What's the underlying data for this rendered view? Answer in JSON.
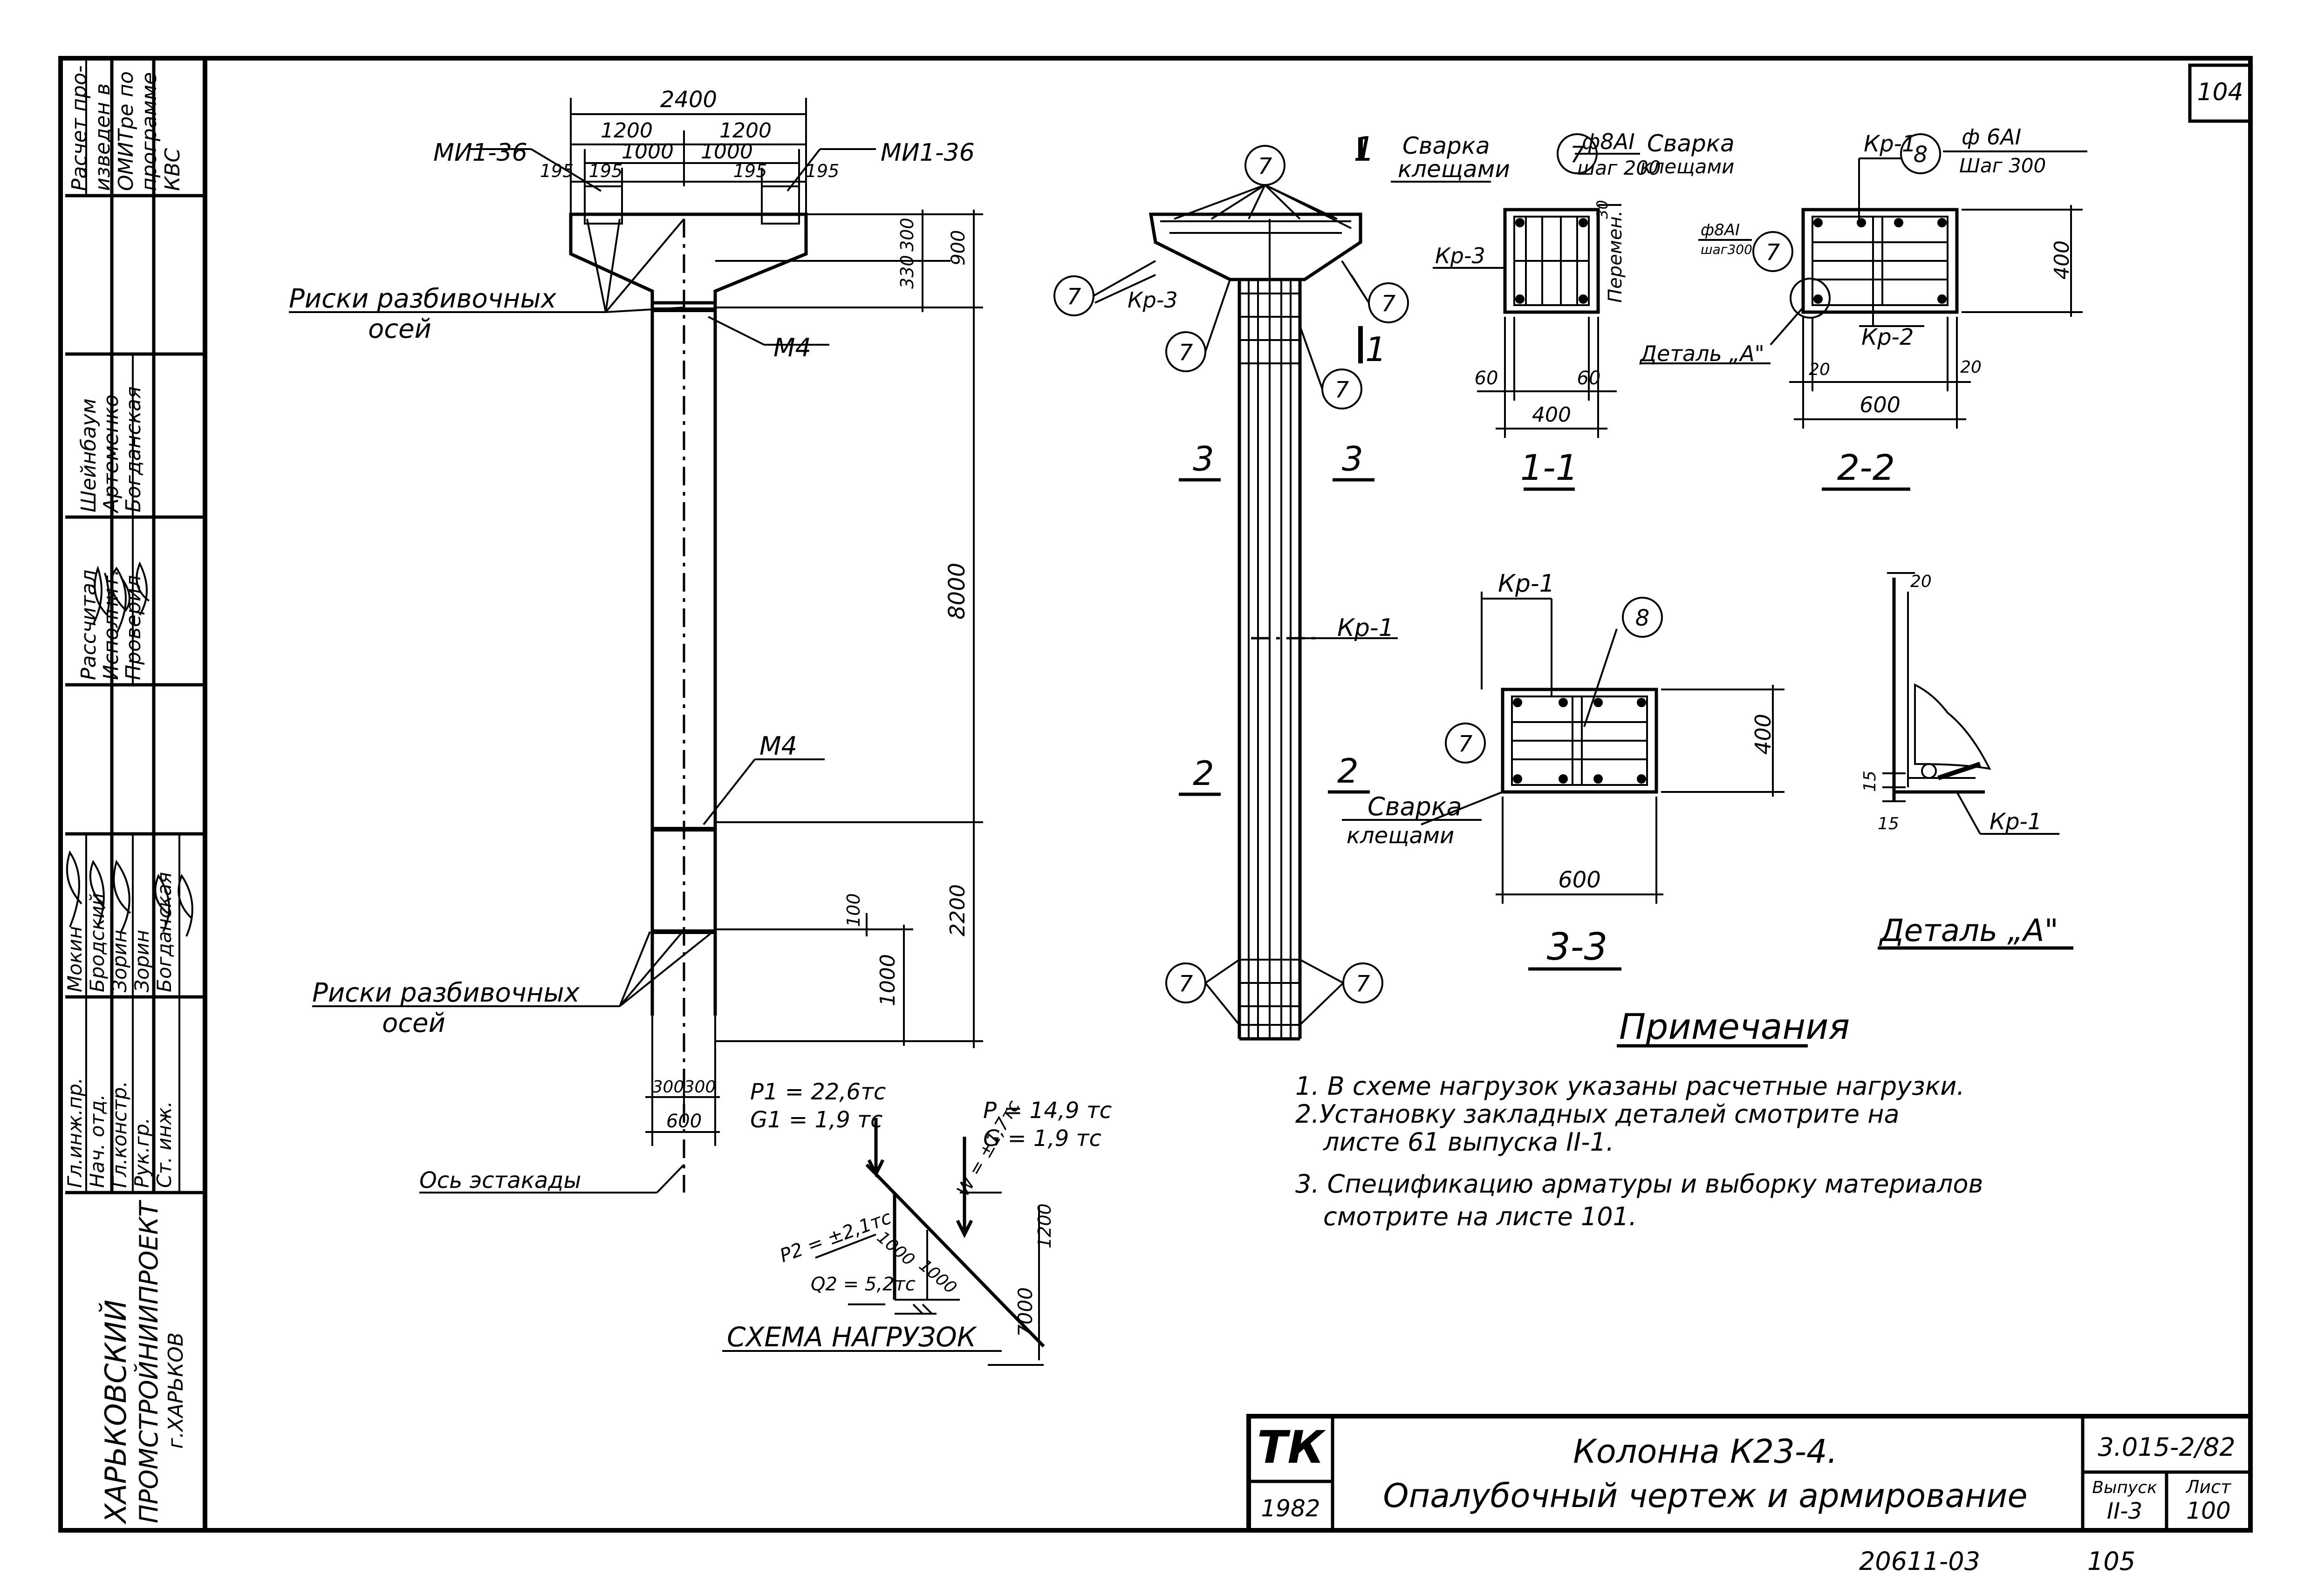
{
  "page_number": "104",
  "stamp_note": [
    "Расчет про-",
    "изведен в",
    "ОМИТре по",
    "программе",
    "КВС"
  ],
  "signature_rows": [
    {
      "role": "Гл.инж.пр.",
      "name": "Мокин"
    },
    {
      "role": "Нач. отд.",
      "name": "Бродский"
    },
    {
      "role": "Гл.констр.",
      "name": "Зорин"
    },
    {
      "role": "Рук.гр.",
      "name": "Зорин"
    },
    {
      "role": "Ст. инж.",
      "name": "Богданская"
    }
  ],
  "check_rows": [
    {
      "role": "Рассчитал",
      "name": "Шейнбаум"
    },
    {
      "role": "Исполнит.",
      "name": "Артеменко"
    },
    {
      "role": "Проверил",
      "name": "Богданская"
    }
  ],
  "org": [
    "ХАРЬКОВСКИЙ",
    "ПРОМСТРОЙНИИПРОЕКТ",
    "г.ХАРЬКОВ"
  ],
  "formwork": {
    "dim_top_total": "2400",
    "dim_half_left": "1200",
    "dim_half_right": "1200",
    "dim_inner_left": "1000",
    "dim_inner_right": "1000",
    "dim_195_a": "195",
    "dim_195_b": "195",
    "dim_195_c": "195",
    "dim_195_d": "195",
    "embed_left": "МИ1-36",
    "embed_right": "МИ1-36",
    "dim_330": "330",
    "dim_300": "300",
    "dim_900": "900",
    "dim_8000": "8000",
    "dim_2200": "2200",
    "dim_1000": "1000",
    "dim_100": "100",
    "dim_300_l": "300",
    "dim_300_r": "300",
    "dim_600": "600",
    "mark_m4_top": "М4",
    "mark_m4_low": "М4",
    "axis_marks_top": [
      "Риски разбивочных",
      "осей"
    ],
    "axis_marks_bottom": [
      "Риски разбивочных",
      "осей"
    ],
    "trestle_axis": "Ось эстакады"
  },
  "loads": {
    "title": "СХЕМА НАГРУЗОК",
    "p1": "P1 = 22,6тс",
    "g1": "G1 = 1,9 тс",
    "p": "P = 14,9 тс",
    "g": "G = 1,9 тс",
    "p2": "P2 = ±2,1тс",
    "q2": "Q2 = 5,2тс",
    "w": "W = ±1,7тс",
    "d1000a": "1000",
    "d1000b": "1000",
    "d1200": "1200",
    "d7000": "7000"
  },
  "reinf": {
    "welding": [
      "Сварка",
      "клещами"
    ],
    "section_mark": "1",
    "mark_7": "7",
    "mark_8": "8",
    "kr3": "Кр-3",
    "kr1": "Кр-1",
    "sec3": "3",
    "sec2": "2"
  },
  "section_11": {
    "title": "1-1",
    "spec": "ф8АI",
    "step": "шаг 200",
    "welding": [
      "Сварка",
      "клещами"
    ],
    "kr3": "Кр-3",
    "var": "Перемен.",
    "d60a": "60",
    "d60b": "60",
    "d400": "400",
    "d30": "30"
  },
  "section_22": {
    "title": "2-2",
    "spec": "ф 6АI",
    "step": "Шаг 300",
    "spec2": "ф8АI",
    "step2": "шаг300",
    "kr1": "Кр-1",
    "kr2": "Кр-2",
    "detail": "Деталь „А\"",
    "d20a": "20",
    "d20b": "20",
    "d600": "600",
    "d400": "400"
  },
  "section_33": {
    "title": "3-3",
    "kr1": "Кр-1",
    "welding": [
      "Сварка",
      "клещами"
    ],
    "d600": "600",
    "d400": "400"
  },
  "detail_a": {
    "title": "Деталь „А\"",
    "d20": "20",
    "d15a": "15",
    "d15b": "15",
    "kr1": "Кр-1"
  },
  "notes": {
    "title": "Примечания",
    "items": [
      "1. В схеме нагрузок указаны расчетные нагрузки.",
      "2.Установку закладных деталей смотрите на",
      "листе 61 выпуска II-1.",
      "3. Спецификацию арматуры и выборку материалов",
      "смотрите на листе 101."
    ]
  },
  "title_block": {
    "logo": "ТК",
    "year": "1982",
    "line1": "Колонна К23-4.",
    "line2": "Опалубочный чертеж и армирование",
    "code": "3.015-2/82",
    "issue_label": "Выпуск",
    "issue": "II-3",
    "sheet_label": "Лист",
    "sheet": "100"
  },
  "footer_inv": "20611-03",
  "footer_num": "105"
}
